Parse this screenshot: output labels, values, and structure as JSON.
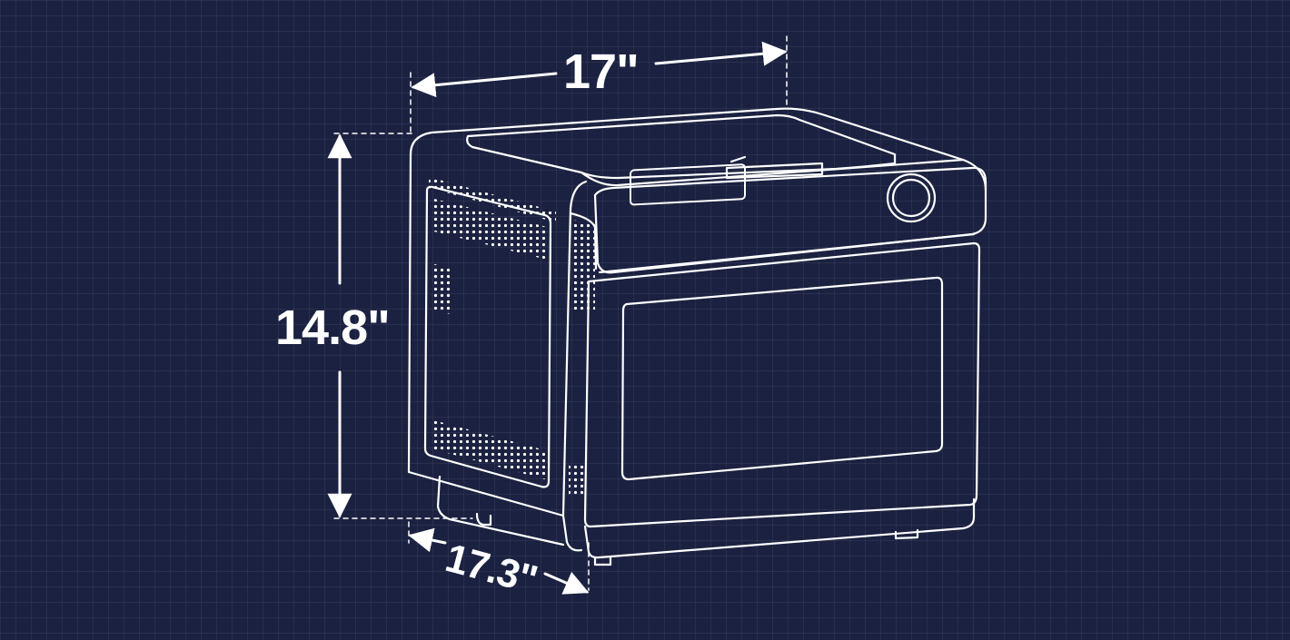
{
  "dimensions": {
    "width": "17\"",
    "height": "14.8\"",
    "depth": "17.3\""
  },
  "colors": {
    "background": "#1b2140",
    "line": "#ffffff"
  }
}
